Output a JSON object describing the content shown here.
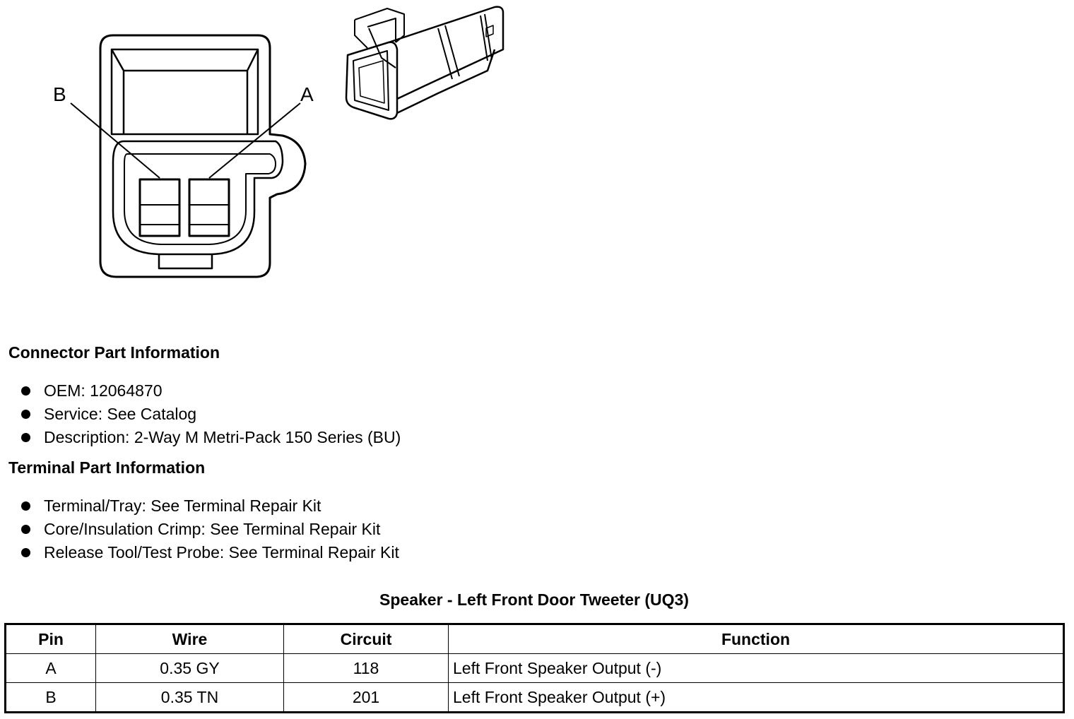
{
  "diagram": {
    "pin_labels": [
      "B",
      "A"
    ]
  },
  "connector_info": {
    "heading": "Connector Part Information",
    "items": [
      "OEM: 12064870",
      "Service: See Catalog",
      "Description: 2-Way M Metri-Pack 150 Series (BU)"
    ]
  },
  "terminal_info": {
    "heading": "Terminal Part Information",
    "items": [
      "Terminal/Tray: See Terminal Repair Kit",
      "Core/Insulation Crimp: See Terminal Repair Kit",
      "Release Tool/Test Probe: See Terminal Repair Kit"
    ]
  },
  "table": {
    "title": "Speaker - Left Front Door Tweeter (UQ3)",
    "headers": [
      "Pin",
      "Wire",
      "Circuit",
      "Function"
    ],
    "rows": [
      [
        "A",
        "0.35 GY",
        "118",
        "Left Front Speaker Output (-)"
      ],
      [
        "B",
        "0.35 TN",
        "201",
        "Left Front Speaker Output (+)"
      ]
    ]
  }
}
